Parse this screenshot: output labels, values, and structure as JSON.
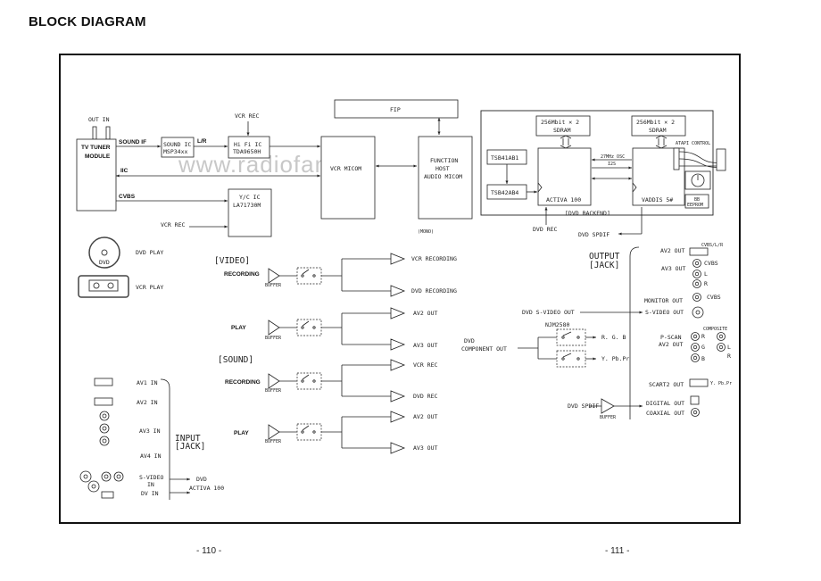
{
  "page": {
    "title": "BLOCK DIAGRAM",
    "page_left": "- 110 -",
    "page_right": "- 111 -"
  },
  "watermark": "www.radiofans.cn",
  "top": {
    "tuner_out_in": "OUT  IN",
    "tuner_label": [
      "TV TUNER",
      "MODULE"
    ],
    "sound_if": "SOUND IF",
    "sound_ic": [
      "SOUND IC",
      "MSP34xx"
    ],
    "lr": "L/R",
    "vcr_rec_top": "VCR REC",
    "hifi_ic": [
      "Hi Fi IC",
      "TDA9650H"
    ],
    "fip": "FIP",
    "vcr_micom": "VCR MICOM",
    "function_host": [
      "FUNCTION",
      "HOST",
      "AUDIO MICOM"
    ],
    "iic": "IIC",
    "cvbs": "CVBS",
    "yc_ic": [
      "Y/C IC",
      "LA71730M"
    ],
    "vcr_rec_mid": "VCR REC",
    "mono": "(MONO)"
  },
  "dvd_backend": {
    "label": "[DVD BACKEND]",
    "sdram1": [
      "256Mbit ✕ 2",
      "SDRAM"
    ],
    "sdram2": [
      "256Mbit ✕ 2",
      "SDRAM"
    ],
    "tsb41ab1": "TSB41AB1",
    "tsb42ab4": "TSB42AB4",
    "activa": "ACTIVA 100",
    "vaddis": "VADDIS 5#",
    "osc": "27MHz OSC",
    "i2s": "I2S",
    "atapi": "ATAPI CONTROL",
    "eeprom": [
      "BB",
      "EEPROM"
    ],
    "dvd_rec": "DVD REC",
    "dvd_spdif": "DVD SPDIF"
  },
  "sources": {
    "dvd_play": "DVD PLAY",
    "vcr_play": "VCR PLAY",
    "dvd_icon": "DVD"
  },
  "video": {
    "header": "[VIDEO]",
    "recording": "RECORDING",
    "play": "PLAY",
    "buffer": "BUFFER",
    "out_vcr_rec": "VCR RECORDING",
    "out_dvd_rec": "DVD RECORDING",
    "out_av2": "AV2 OUT",
    "out_av3": "AV3 OUT"
  },
  "sound": {
    "header": "[SOUND]",
    "recording": "RECORDING",
    "play": "PLAY",
    "buffer": "BUFFER",
    "out_vcr_rec": "VCR REC",
    "out_dvd_rec": "DVD REC",
    "out_av2": "AV2 OUT",
    "out_av3": "AV3 OUT"
  },
  "input": {
    "title": [
      "INPUT",
      "[JACK]"
    ],
    "av1": "AV1 IN",
    "av2": "AV2 IN",
    "av3": "AV3 IN",
    "av4": "AV4 IN",
    "svideo": [
      "S-VIDEO",
      "IN"
    ],
    "dv": "DV IN",
    "dest": [
      "DVD",
      "ACTIVA 100"
    ]
  },
  "output": {
    "title": [
      "OUTPUT",
      "[JACK]"
    ],
    "av2": "AV2 OUT",
    "av2_tag": "CVBS/L/R",
    "av3": "AV3 OUT",
    "cvbs": "CVBS",
    "l": "L",
    "r": "R",
    "monitor": "MONITOR OUT",
    "monitor_tag": "CVBS",
    "svideo_src": "DVD S-VIDEO OUT",
    "svideo_out": "S-VIDEO OUT",
    "composite": "COMPOSITE",
    "component_src": [
      "DVD",
      "COMPONENT OUT"
    ],
    "njm": "NJM2580",
    "rgb": "R. G. B",
    "ypbpr": "Y. Pb.Pr",
    "pscan": [
      "P-SCAN",
      "AV2 OUT"
    ],
    "comp_r": "R",
    "comp_g": "G",
    "comp_b": "B",
    "comp_l": "L",
    "comp_r2": "R",
    "scart": "SCART2 OUT",
    "scart_tag": "Y. Pb.Pr",
    "spdif_src": "DVD SPDIF",
    "buffer": "BUFFER",
    "digital": "DIGITAL OUT",
    "coaxial": "COAXIAL OUT"
  }
}
